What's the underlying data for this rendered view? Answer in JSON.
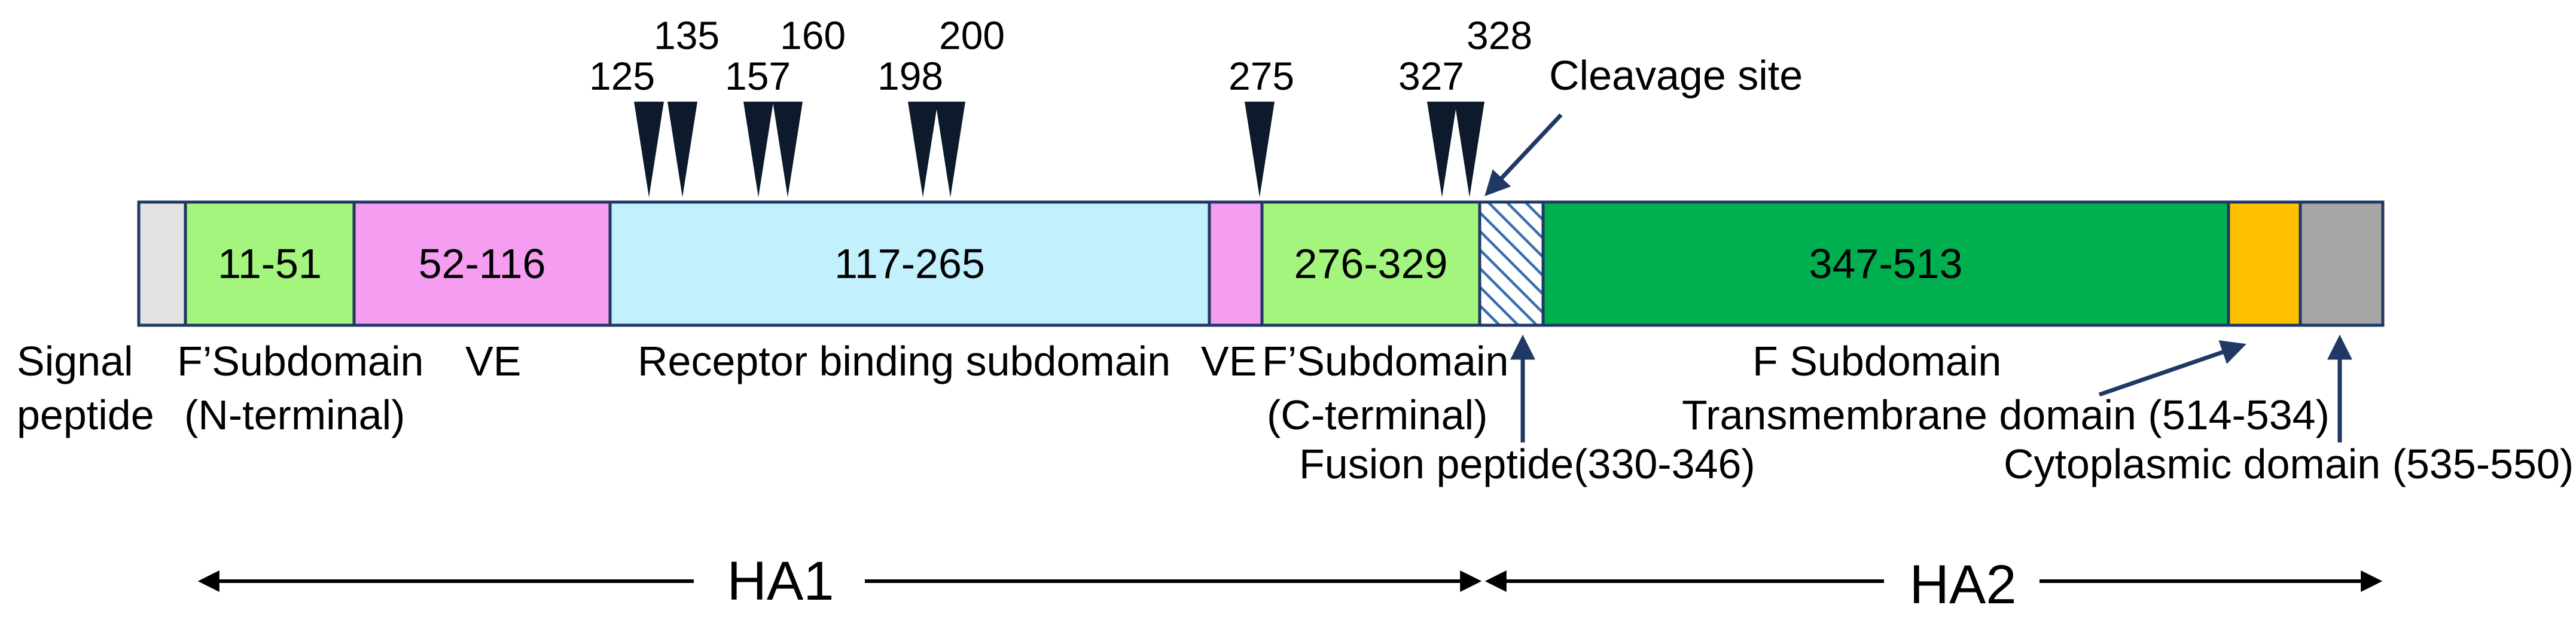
{
  "segments": [
    {
      "id": "signal",
      "label": "",
      "color": "#e3e3e3"
    },
    {
      "id": "f1",
      "label": "11-51",
      "color": "#a3f57d"
    },
    {
      "id": "ve1",
      "label": "52-116",
      "color": "#f59df0"
    },
    {
      "id": "rbs",
      "label": "117-265",
      "color": "#c2f0fc"
    },
    {
      "id": "ve2",
      "label": "",
      "color": "#f59df0"
    },
    {
      "id": "f2",
      "label": "276-329",
      "color": "#a3f57d"
    },
    {
      "id": "fusion",
      "label": "",
      "color": "#ffffff",
      "pattern": "hatch",
      "pattern_color": "#3a6fb0"
    },
    {
      "id": "fsub",
      "label": "347-513",
      "color": "#00b050"
    },
    {
      "id": "tm",
      "label": "",
      "color": "#ffc000"
    },
    {
      "id": "cyto",
      "label": "",
      "color": "#a6a6a6"
    }
  ],
  "sites": [
    "125",
    "135",
    "157",
    "160",
    "198",
    "200",
    "275",
    "327",
    "328"
  ],
  "labels": {
    "signal_1": "Signal",
    "signal_2": "peptide",
    "f_sub_n_1": "F’Subdomain",
    "f_sub_n_2": "(N-terminal)",
    "ve_1": "VE",
    "rbs": "Receptor binding subdomain",
    "ve_2": "VE",
    "f_sub_c_1": "F’Subdomain",
    "f_sub_c_2": "(C-terminal)",
    "fusion": "Fusion peptide(330-346)",
    "cleavage": "Cleavage site",
    "f_sub": "F Subdomain",
    "tm": "Transmembrane domain (514-534)",
    "cyto": "Cytoplasmic domain (535-550)",
    "ha1": "HA1",
    "ha2": "HA2"
  },
  "colors": {
    "outline": "#1f3864",
    "arrow": "#1f3864",
    "marker": "#0d1a2b",
    "text": "#000000"
  }
}
